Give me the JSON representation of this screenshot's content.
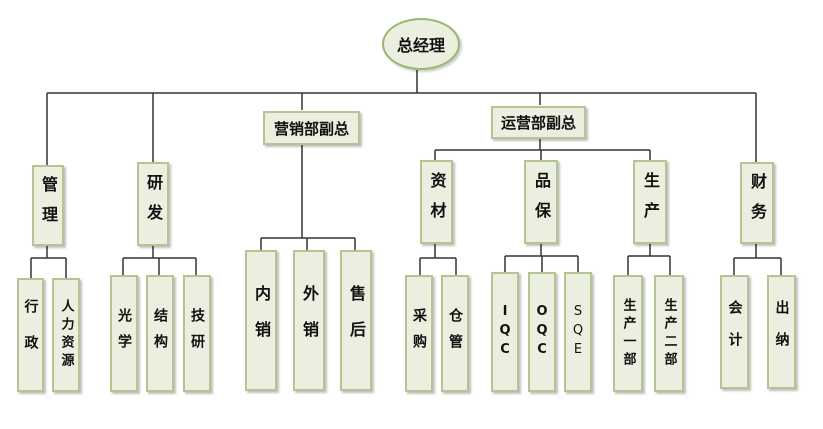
{
  "root": "总经理",
  "vice_sales": "营销部副总",
  "vice_ops": "运营部副总",
  "depts": {
    "admin": "管理",
    "rnd": "研发",
    "material": "资材",
    "quality": "品保",
    "production": "生产",
    "finance": "财务"
  },
  "subs": {
    "admin_1": "行政",
    "admin_2": "人力资源",
    "rnd_1": "光学",
    "rnd_2": "结构",
    "rnd_3": "技研",
    "sales_1": "内销",
    "sales_2": "外销",
    "sales_3": "售后",
    "mat_1": "采购",
    "mat_2": "仓管",
    "qa_1": "IQC",
    "qa_2": "OQC",
    "qa_3": "SQE",
    "prod_1": "生产一部",
    "prod_2": "生产二部",
    "fin_1": "会计",
    "fin_2": "出纳"
  },
  "colors": {
    "box_fill": "#ecefdf",
    "box_border": "#b3c593",
    "line": "#333333"
  }
}
